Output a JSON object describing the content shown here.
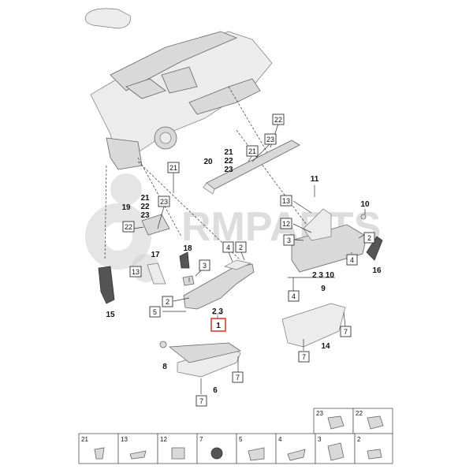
{
  "watermark": {
    "text": "RMPARTS"
  },
  "callouts": {
    "c22_top": "22",
    "c21_top": "21",
    "c23_top": "23",
    "c21_mid": "21",
    "c23_left": "23",
    "c22_left": "22",
    "c3_center": "3",
    "c4_center": "4",
    "c2_center": "2",
    "c13_left": "13",
    "c2_low": "2",
    "c5_low": "5",
    "c1": "1",
    "c7_lower": "7",
    "c7_bottom": "7",
    "c13_right": "13",
    "c12_right": "12",
    "c3_right": "3",
    "c2_right": "2",
    "c4_right": "4",
    "c4_right_low": "4",
    "c7_right": "7",
    "c7_far_right": "7"
  },
  "labels": {
    "l20": "20",
    "l20_stack": [
      "21",
      "22",
      "23"
    ],
    "l19": "19",
    "l19_stack": [
      "21",
      "22",
      "23"
    ],
    "l17": "17",
    "l18": "18",
    "l15": "15",
    "l23_pair": "2   3",
    "l8": "8",
    "l6": "6",
    "l11": "11",
    "l10": "10",
    "l16": "16",
    "l2310": "2   3  10",
    "l9": "9",
    "l14": "14"
  },
  "legend": {
    "row_top": [
      "23",
      "22"
    ],
    "row_bottom": [
      "21",
      "13",
      "12",
      "7",
      "5",
      "4",
      "3",
      "2"
    ]
  }
}
